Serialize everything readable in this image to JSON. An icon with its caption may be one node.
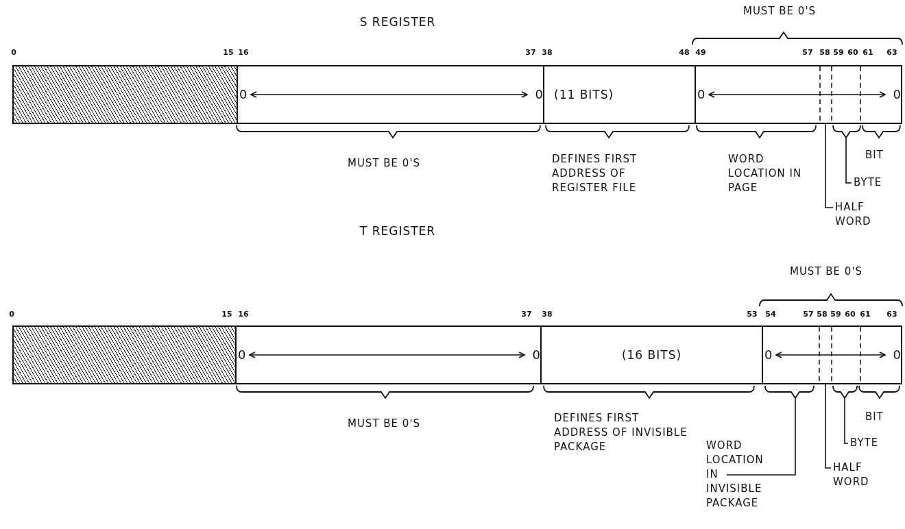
{
  "diagram": {
    "nodes": [
      {
        "text": [],
        "shape": "box"
      },
      {
        "text": [
          "0",
          "0"
        ]
      },
      {
        "text": [
          "(11 BITS)"
        ]
      },
      {
        "text": [
          "0",
          "0"
        ]
      },
      {
        "text": [],
        "shape": "bracket"
      },
      {
        "text": [
          "HALF WORD"
        ]
      },
      {
        "text": [
          "BYTE"
        ]
      },
      {
        "text": [],
        "shape": "box"
      },
      {
        "text": [
          "0",
          "0"
        ]
      },
      {
        "text": [
          "(16 BITS)"
        ]
      },
      {
        "text": [
          "0",
          "0"
        ]
      },
      {
        "text": [],
        "shape": "bracket"
      },
      {
        "text": [],
        "shape": "bracket"
      },
      {
        "text": [
          "WORD LOCATION IN INVISIBLE PACKAGE"
        ]
      },
      {
        "text": [
          "HALF WORD"
        ]
      },
      {
        "text": [
          "BYTE"
        ]
      }
    ],
    "edges": [
      {
        "from": 5,
        "to": 3,
        "arrow": "none"
      },
      {
        "from": 6,
        "to": 4,
        "arrow": "none"
      },
      {
        "from": 13,
        "to": 11,
        "arrow": "none"
      },
      {
        "from": 14,
        "to": 10,
        "arrow": "none"
      },
      {
        "from": 15,
        "to": 12,
        "arrow": "none"
      }
    ],
    "labels": [
      "S REGISTER",
      "MUST BE 0'S",
      "0",
      "15",
      "16",
      "37",
      "38",
      "48",
      "49",
      "57",
      "58",
      "59",
      "60",
      "61",
      "63",
      "MUST BE 0'S",
      "DEFINES FIRST ADDRESS OF REGISTER FILE",
      "WORD LOCATION IN PAGE",
      "BIT",
      "T REGISTER",
      "MUST BE 0'S",
      "0",
      "15",
      "16",
      "37",
      "38",
      "53",
      "54",
      "57",
      "58",
      "59",
      "60",
      "61",
      "63",
      "MUST BE 0'S",
      "DEFINES FIRST ADDRESS OF INVISIBLE PACKAGE",
      "BIT"
    ]
  }
}
